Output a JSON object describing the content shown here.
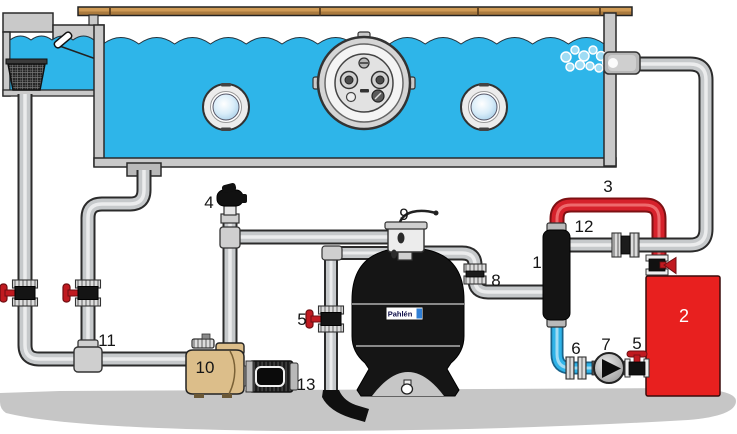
{
  "diagram": {
    "type": "pool-plumbing-schematic",
    "callouts": {
      "heat_exchanger": "1",
      "boiler": "2",
      "hot_water_pipe": "3",
      "check_valve": "4",
      "filter_waste_valve": "5",
      "boiler_feed_valve": "5",
      "union_coupling": "6",
      "circulation_pump": "7",
      "filter_outlet_union": "8",
      "multiport_valve": "9",
      "pool_pump": "10",
      "suction_manifold": "11",
      "return_union": "12",
      "waste_drain": "13"
    },
    "filter_brand": "Pahlén",
    "colors": {
      "pool_water": "#2eb5e9",
      "pipe_gray": "#c9c9c9",
      "hot_pipe_red": "#d6212b",
      "cold_pipe_blue": "#2fb3e8",
      "boiler_red": "#e8201f",
      "valve_handle_red": "#c01a20",
      "ground_gray": "#c6c6c6",
      "deck_wood": "#c08a4a",
      "filter_tank_black": "#151515",
      "pump_body_tan": "#dcbe8a"
    }
  }
}
